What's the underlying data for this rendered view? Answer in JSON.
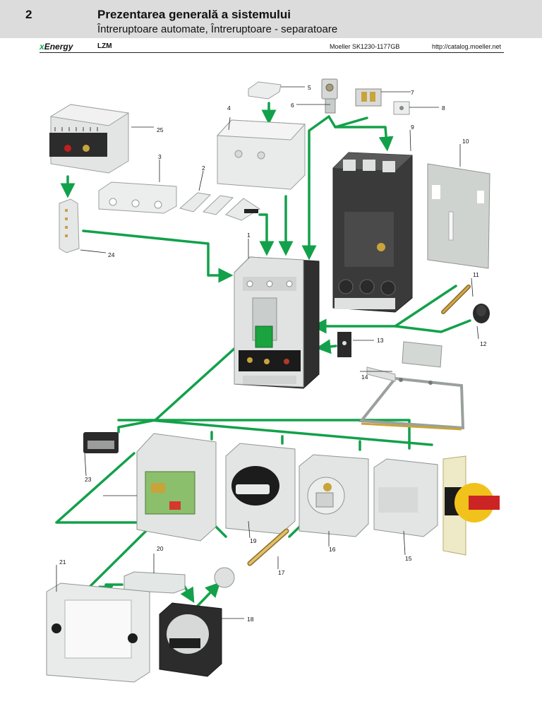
{
  "header": {
    "chapter": "2",
    "title": "Prezentarea generală a sistemului",
    "subtitle": "Întreruptoare automate, Întreruptoare - separatoare",
    "brand_prefix": "x",
    "brand_name": "Energy",
    "product": "LZM",
    "catalog_ref": "Moeller SK1230-1177GB",
    "url": "http://catalog.moeller.net"
  },
  "callouts": [
    "1",
    "2",
    "3",
    "4",
    "5",
    "6",
    "7",
    "8",
    "9",
    "10",
    "11",
    "12",
    "13",
    "14",
    "15",
    "16",
    "17",
    "18",
    "19",
    "20",
    "21",
    "23",
    "24",
    "25"
  ],
  "colors": {
    "arrow": "#12a14a",
    "header_band": "#dcdcdc",
    "brand_accent": "#11a84f"
  }
}
